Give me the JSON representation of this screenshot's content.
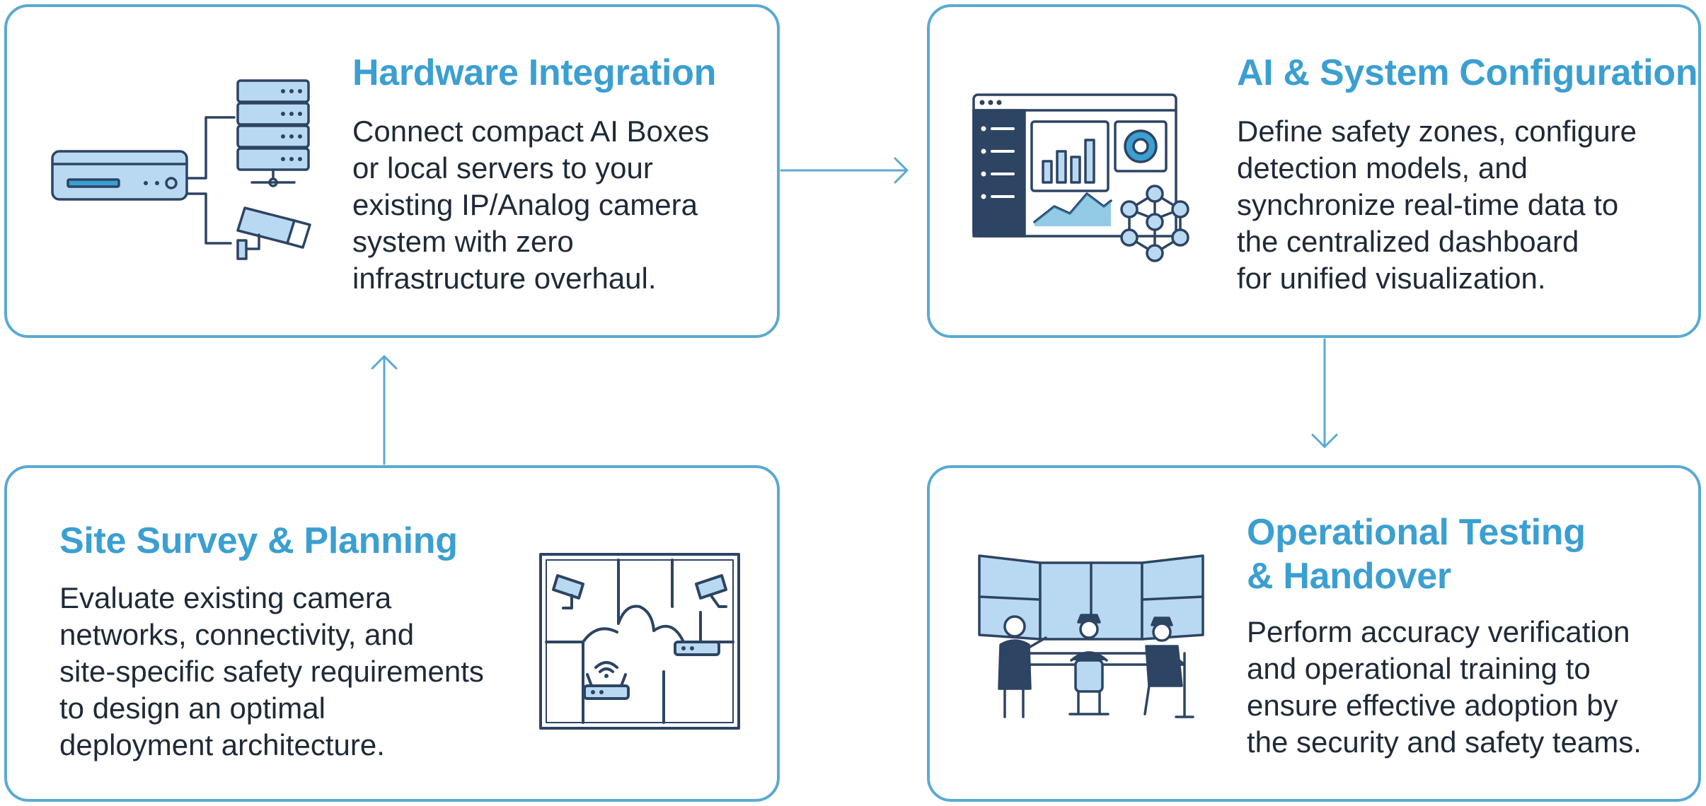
{
  "steps": [
    {
      "title": "Hardware Integration",
      "icon": "hardware-integration-icon",
      "lines": [
        "Connect compact AI Boxes",
        "or local servers to your",
        "existing IP/Analog camera",
        "system with zero",
        "infrastructure overhaul."
      ]
    },
    {
      "title": "AI & System Configuration",
      "icon": "dashboard-configuration-icon",
      "lines": [
        "Define safety zones, configure",
        "detection models, and",
        "synchronize real-time data to",
        "the centralized dashboard",
        "for unified visualization."
      ]
    },
    {
      "title": "Site Survey & Planning",
      "icon": "floor-plan-icon",
      "lines": [
        "Evaluate existing camera",
        "networks, connectivity, and",
        "site-specific safety requirements",
        "to design an optimal",
        "deployment architecture."
      ]
    },
    {
      "title_lines": [
        "Operational Testing",
        "& Handover"
      ],
      "icon": "control-room-icon",
      "lines": [
        "Perform accuracy verification",
        "and operational training to",
        "ensure effective adoption by",
        "the security and safety teams."
      ]
    }
  ],
  "colors": {
    "accent": "#3b9fd1",
    "border": "#5aaad3",
    "icon_stroke": "#2d4463",
    "icon_fill": "#b9d9f2",
    "text": "#1f2a37"
  }
}
